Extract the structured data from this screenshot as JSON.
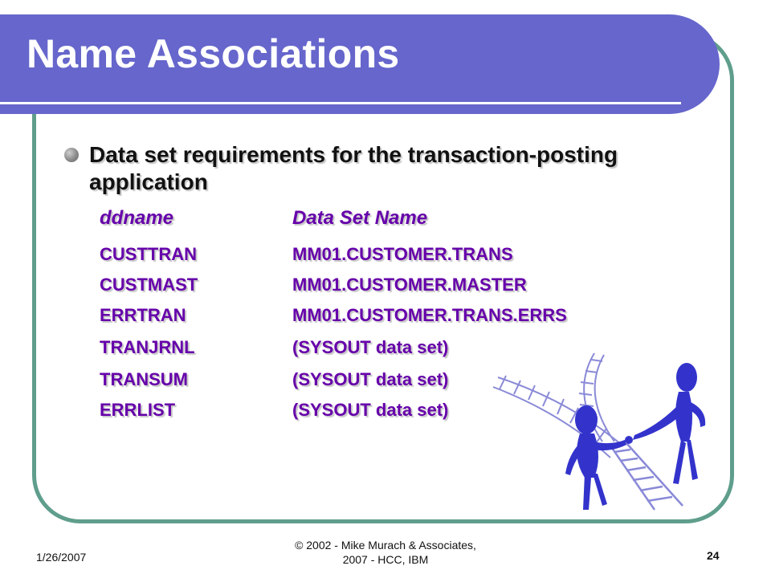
{
  "title": "Name Associations",
  "bullet": "Data set requirements for the transaction-posting application",
  "table": {
    "headers": {
      "col1": "ddname",
      "col2": "Data Set Name"
    },
    "rows": [
      {
        "ddname": "CUSTTRAN",
        "dsname": "MM01.CUSTOMER.TRANS"
      },
      {
        "ddname": "CUSTMAST",
        "dsname": "MM01.CUSTOMER.MASTER"
      },
      {
        "ddname": "ERRTRAN",
        "dsname": "MM01.CUSTOMER.TRANS.ERRS"
      },
      {
        "ddname": "TRANJRNL",
        "dsname": "(SYSOUT data set)"
      },
      {
        "ddname": "TRANSUM",
        "dsname": "(SYSOUT data set)"
      },
      {
        "ddname": "ERRLIST",
        "dsname": "(SYSOUT data set)"
      }
    ]
  },
  "footer": {
    "date": "1/26/2007",
    "copyright_line1": "© 2002 - Mike Murach & Associates,",
    "copyright_line2": "2007 - HCC, IBM",
    "page": "24"
  },
  "colors": {
    "title_band": "#6666cc",
    "frame": "#5f9e8c",
    "table_text": "#6600aa",
    "figure": "#3333cc"
  },
  "illustration": "two-figures-handshake-railroad-tracks"
}
